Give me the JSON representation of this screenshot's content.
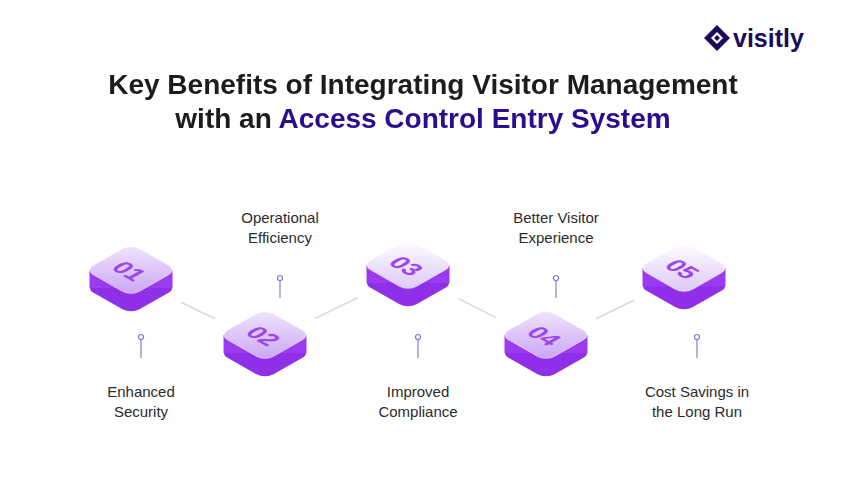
{
  "diagram": {
    "title": "Key Benefits of Integrating Visitor Management with an Access Control Entry System",
    "nodes": [
      {
        "text": [
          "01",
          "Enhanced Security"
        ]
      },
      {
        "text": [
          "02",
          "Operational Efficiency"
        ]
      },
      {
        "text": [
          "03",
          "Improved Compliance"
        ]
      },
      {
        "text": [
          "04",
          "Better Visitor Experience"
        ]
      },
      {
        "text": [
          "05",
          "Cost Savings in the Long Run"
        ]
      }
    ],
    "edges": [
      {
        "from": 0,
        "to": 1,
        "arrow": "none"
      },
      {
        "from": 1,
        "to": 2,
        "arrow": "none"
      },
      {
        "from": 2,
        "to": 3,
        "arrow": "none"
      },
      {
        "from": 3,
        "to": 4,
        "arrow": "none"
      }
    ],
    "labels": [
      "visitly"
    ]
  }
}
